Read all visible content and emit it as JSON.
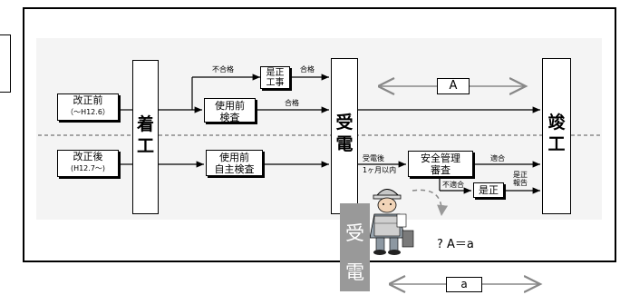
{
  "before": {
    "title": "改正前",
    "period": "（〜H12.6）"
  },
  "after": {
    "title": "改正後",
    "period": "(H12.7〜)"
  },
  "start": "着工",
  "power_receipt": "受電",
  "completion": "竣工",
  "top_flow": {
    "inspection": [
      "使用前",
      "検査"
    ],
    "fail_label": "不合格",
    "correction": [
      "是正",
      "工事"
    ],
    "pass_label_1": "合格",
    "pass_label_2": "合格",
    "interval": "A"
  },
  "bottom_flow": {
    "self_inspection": [
      "使用前",
      "自主検査"
    ],
    "after_receipt": [
      "受電後",
      "1ヶ月以内"
    ],
    "safety_review": [
      "安全管理",
      "審査"
    ],
    "suitable": "適合",
    "unsuitable": "不適合",
    "correction": "是正",
    "correction_report": [
      "是正",
      "報告"
    ]
  },
  "question": "? A＝a",
  "interval_small": "a",
  "overlay_receipt": [
    "受",
    "電"
  ],
  "icons": [
    "worker-icon"
  ]
}
